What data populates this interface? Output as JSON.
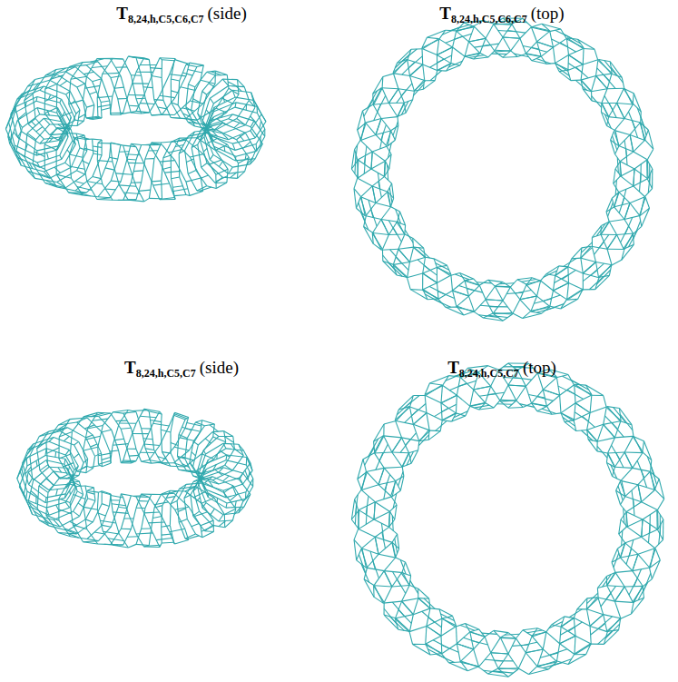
{
  "diagram": {
    "labels": [
      "T",
      "8,24,h,C5,C6,C7",
      "(side)",
      "T",
      "8,24,h,C5,C6,C7",
      "(top)",
      "T",
      "8,24,h,C5,C7",
      "(side)",
      "T",
      "8,24,h,C5,C7",
      "(top)"
    ]
  }
}
